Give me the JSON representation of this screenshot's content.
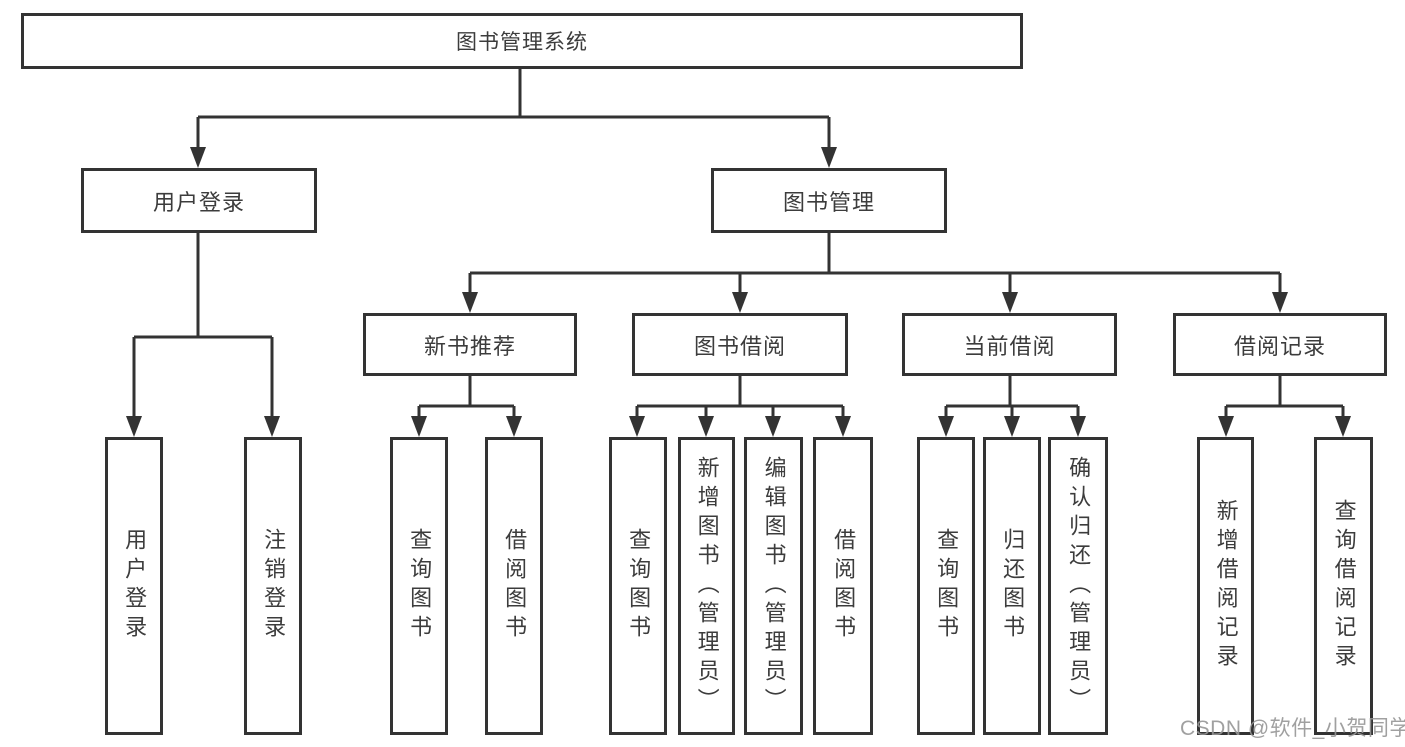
{
  "diagram": {
    "type": "hierarchy-tree",
    "colors": {
      "background": "#ffffff",
      "line": "#333333",
      "box_border": "#333333",
      "box_fill": "#ffffff",
      "text": "#3c3c3c",
      "watermark": "#969696"
    },
    "nodes": {
      "root": "图书管理系统",
      "user_login": "用户登录",
      "book_mgmt": "图书管理",
      "new_book_recommend": "新书推荐",
      "book_borrow": "图书借阅",
      "current_borrow": "当前借阅",
      "borrow_records": "借阅记录",
      "leaves": {
        "user": [
          "用户登录",
          "注销登录"
        ],
        "recommend": [
          "查询图书",
          "借阅图书"
        ],
        "borrow": [
          "查询图书",
          "新增图书（管理员）",
          "编辑图书（管理员）",
          "借阅图书"
        ],
        "current": [
          "查询图书",
          "归还图书",
          "确认归还（管理员）"
        ],
        "records": [
          "新增借阅记录",
          "查询借阅记录"
        ]
      }
    },
    "watermark": "CSDN @软件_小贺同学"
  }
}
